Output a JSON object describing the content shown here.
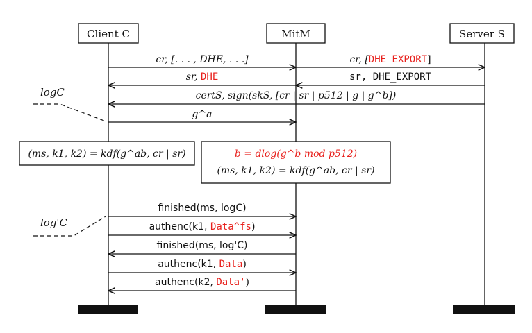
{
  "participants": {
    "client": "Client C",
    "mitm": "MitM",
    "server": "Server S"
  },
  "messages": {
    "m1_left": "cr, [. . . , DHE, . . .]",
    "m1_right_a": "cr, [",
    "m1_right_b": "DHE_EXPORT",
    "m1_right_c": "]",
    "m2_left_a": "sr, ",
    "m2_left_b": "DHE",
    "m2_right": "sr, DHE_EXPORT",
    "m3": "certS, sign(skS, [cr | sr | p512 | g | g^b])",
    "m4": "g^a",
    "log_c": "logC",
    "log_c_prime": "log'C",
    "f1": "finished(ms, logC)",
    "f2_a": "authenc(k1, ",
    "f2_b": "Data^fs",
    "f2_c": ")",
    "f3": "finished(ms, log'C)",
    "f4_a": "authenc(k1, ",
    "f4_b": "Data",
    "f4_c": ")",
    "f5_a": "authenc(k2, ",
    "f5_b": "Data'",
    "f5_c": ")"
  },
  "boxes": {
    "client_kdf": "(ms, k1, k2) = kdf(g^ab, cr | sr)",
    "mitm_dlog": "b = dlog(g^b mod p512)",
    "mitm_kdf": "(ms, k1, k2) = kdf(g^ab, cr | sr)"
  },
  "colors": {
    "line": "#111111",
    "highlight": "#e8201c"
  }
}
